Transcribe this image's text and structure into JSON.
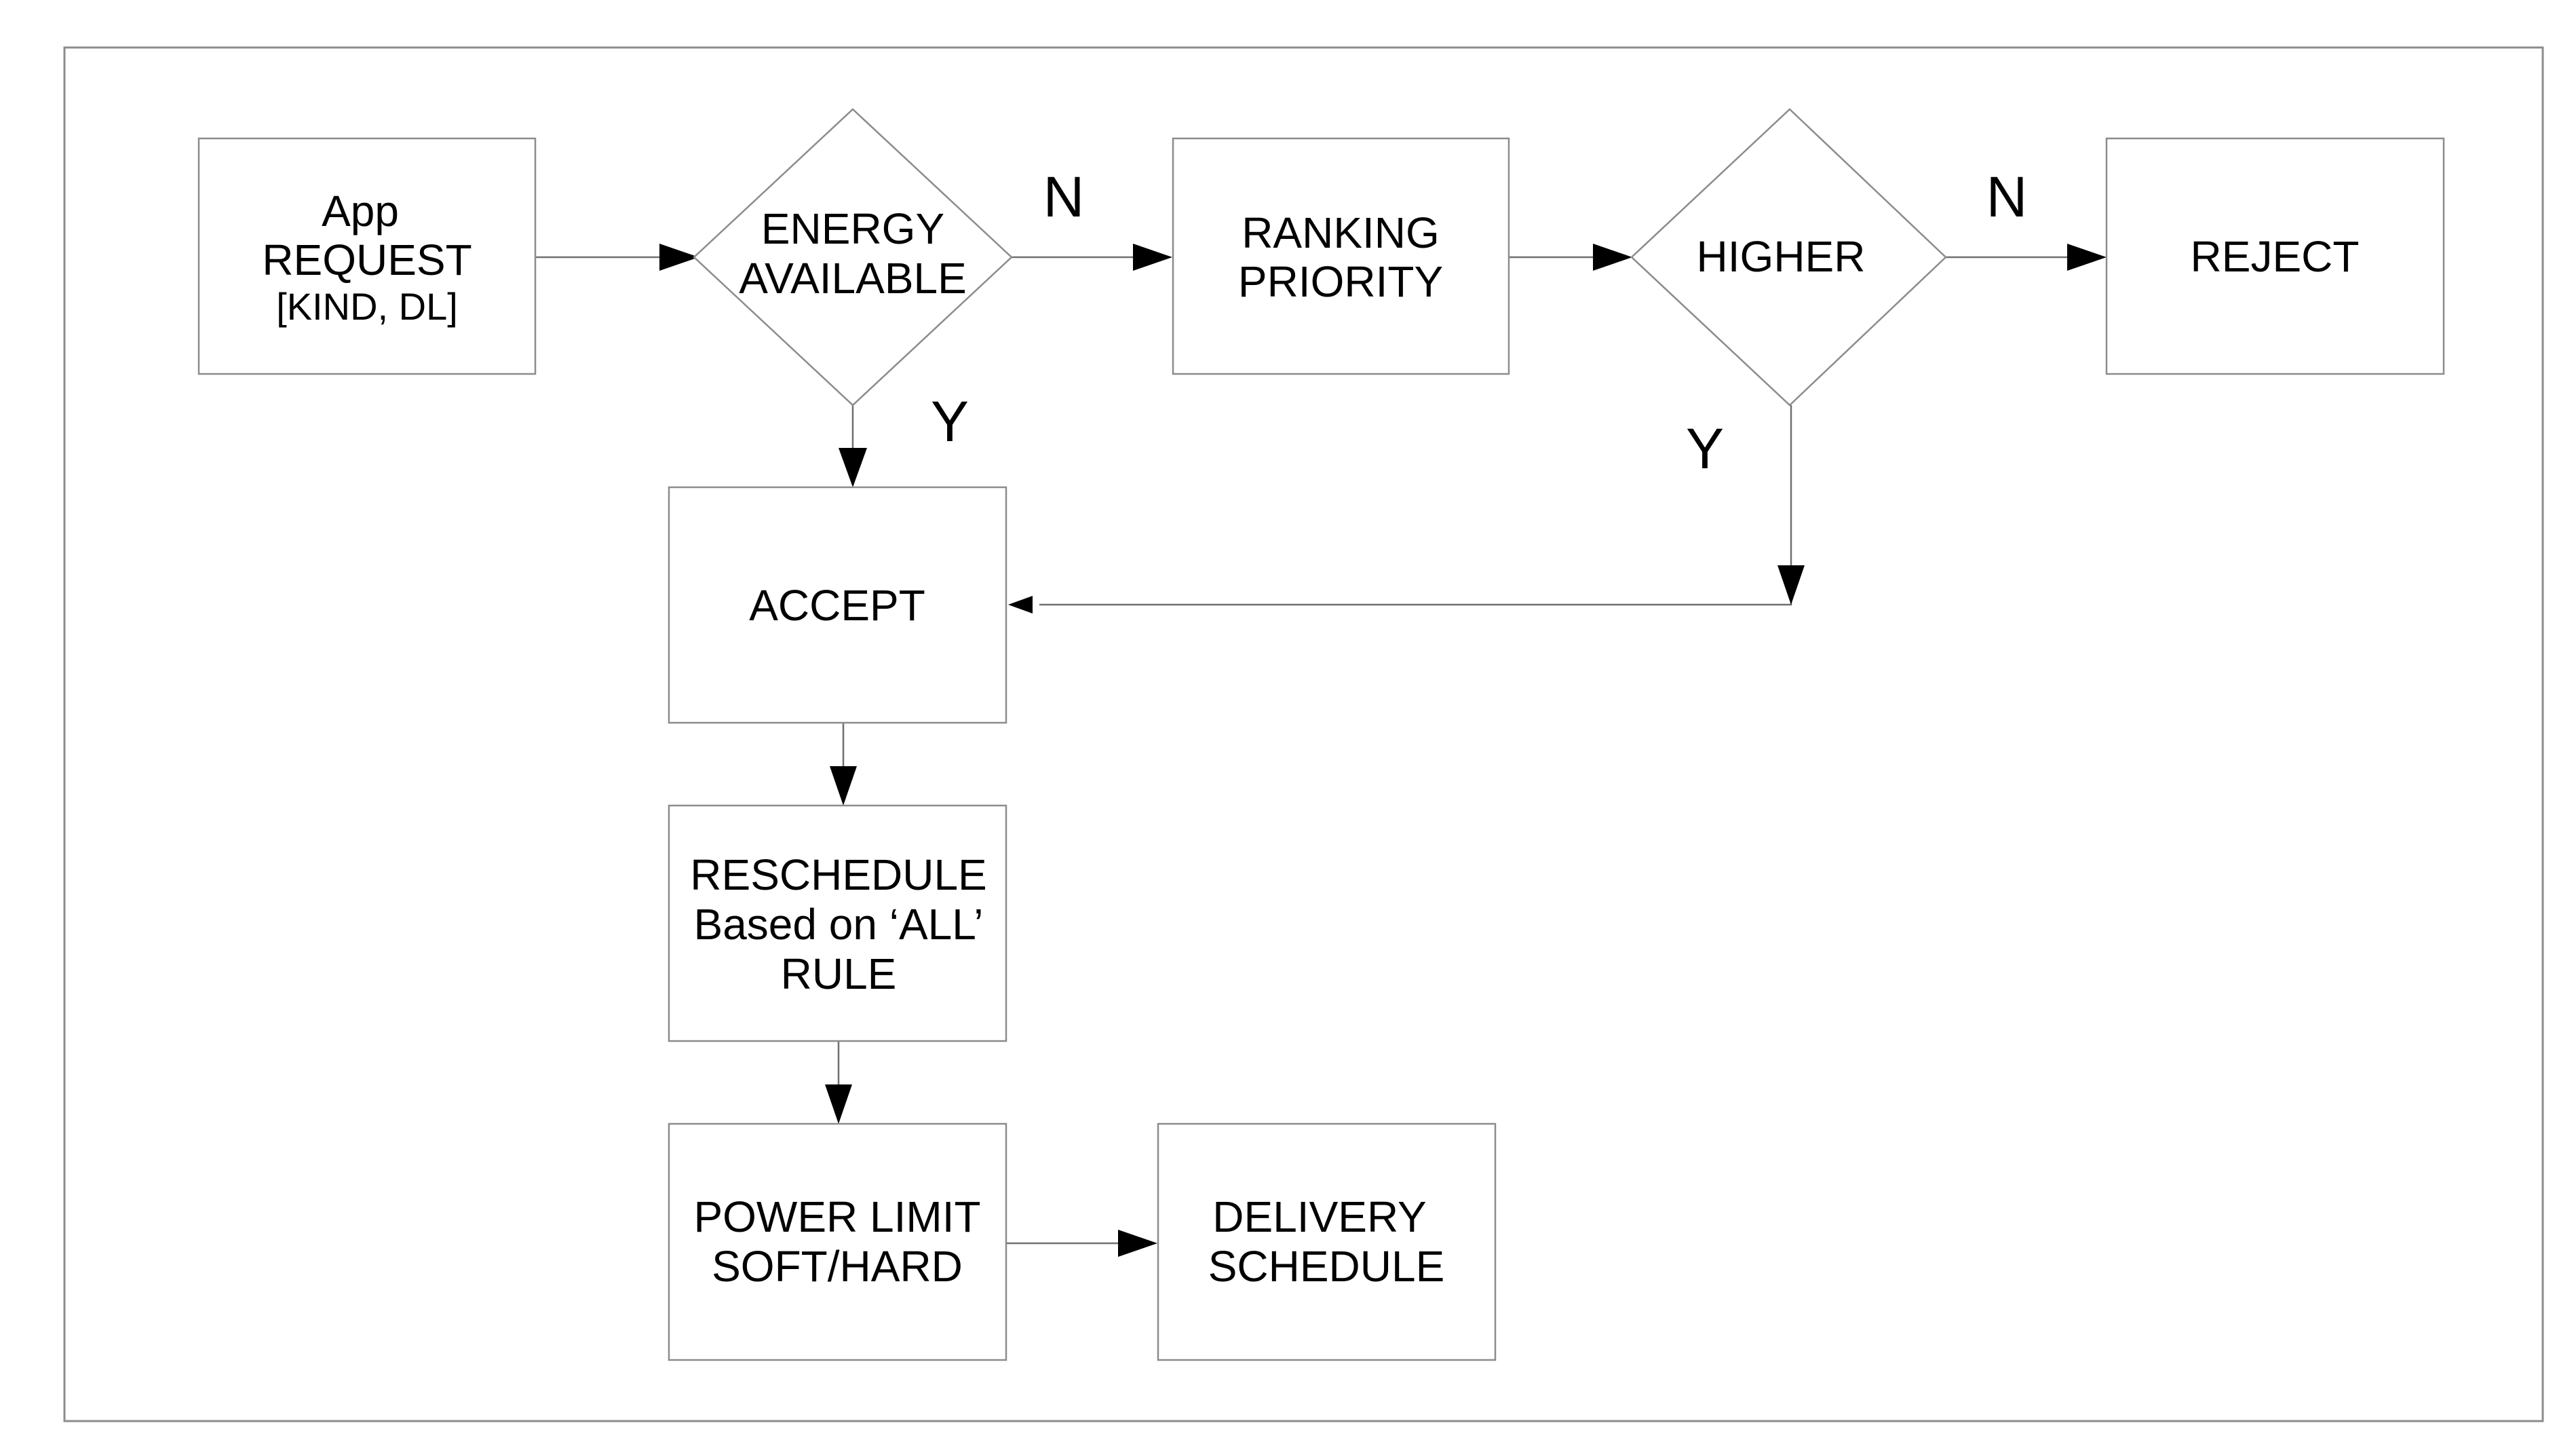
{
  "nodes": {
    "request": {
      "shape": "box",
      "lines": [
        "App",
        "REQUEST",
        "[KIND, DL]"
      ]
    },
    "energy": {
      "shape": "diamond",
      "lines": [
        "ENERGY",
        "AVAILABLE"
      ]
    },
    "ranking": {
      "shape": "box",
      "lines": [
        "RANKING",
        "PRIORITY"
      ]
    },
    "higher": {
      "shape": "diamond",
      "lines": [
        "HIGHER"
      ]
    },
    "reject": {
      "shape": "box",
      "lines": [
        "REJECT"
      ]
    },
    "accept": {
      "shape": "box",
      "lines": [
        "ACCEPT"
      ]
    },
    "reschedule": {
      "shape": "box",
      "lines": [
        "RESCHEDULE",
        "Based on ‘ALL’",
        "RULE"
      ]
    },
    "power": {
      "shape": "box",
      "lines": [
        "POWER LIMIT",
        "SOFT/HARD"
      ]
    },
    "delivery": {
      "shape": "box",
      "lines": [
        "DELIVERY",
        "SCHEDULE"
      ]
    }
  },
  "edges": [
    {
      "from": "request",
      "to": "energy",
      "label": ""
    },
    {
      "from": "energy",
      "to": "ranking",
      "label": "N"
    },
    {
      "from": "energy",
      "to": "accept",
      "label": "Y"
    },
    {
      "from": "ranking",
      "to": "higher",
      "label": ""
    },
    {
      "from": "higher",
      "to": "reject",
      "label": "N"
    },
    {
      "from": "higher",
      "to": "accept",
      "label": "Y"
    },
    {
      "from": "accept",
      "to": "reschedule",
      "label": ""
    },
    {
      "from": "reschedule",
      "to": "power",
      "label": ""
    },
    {
      "from": "power",
      "to": "delivery",
      "label": ""
    }
  ]
}
